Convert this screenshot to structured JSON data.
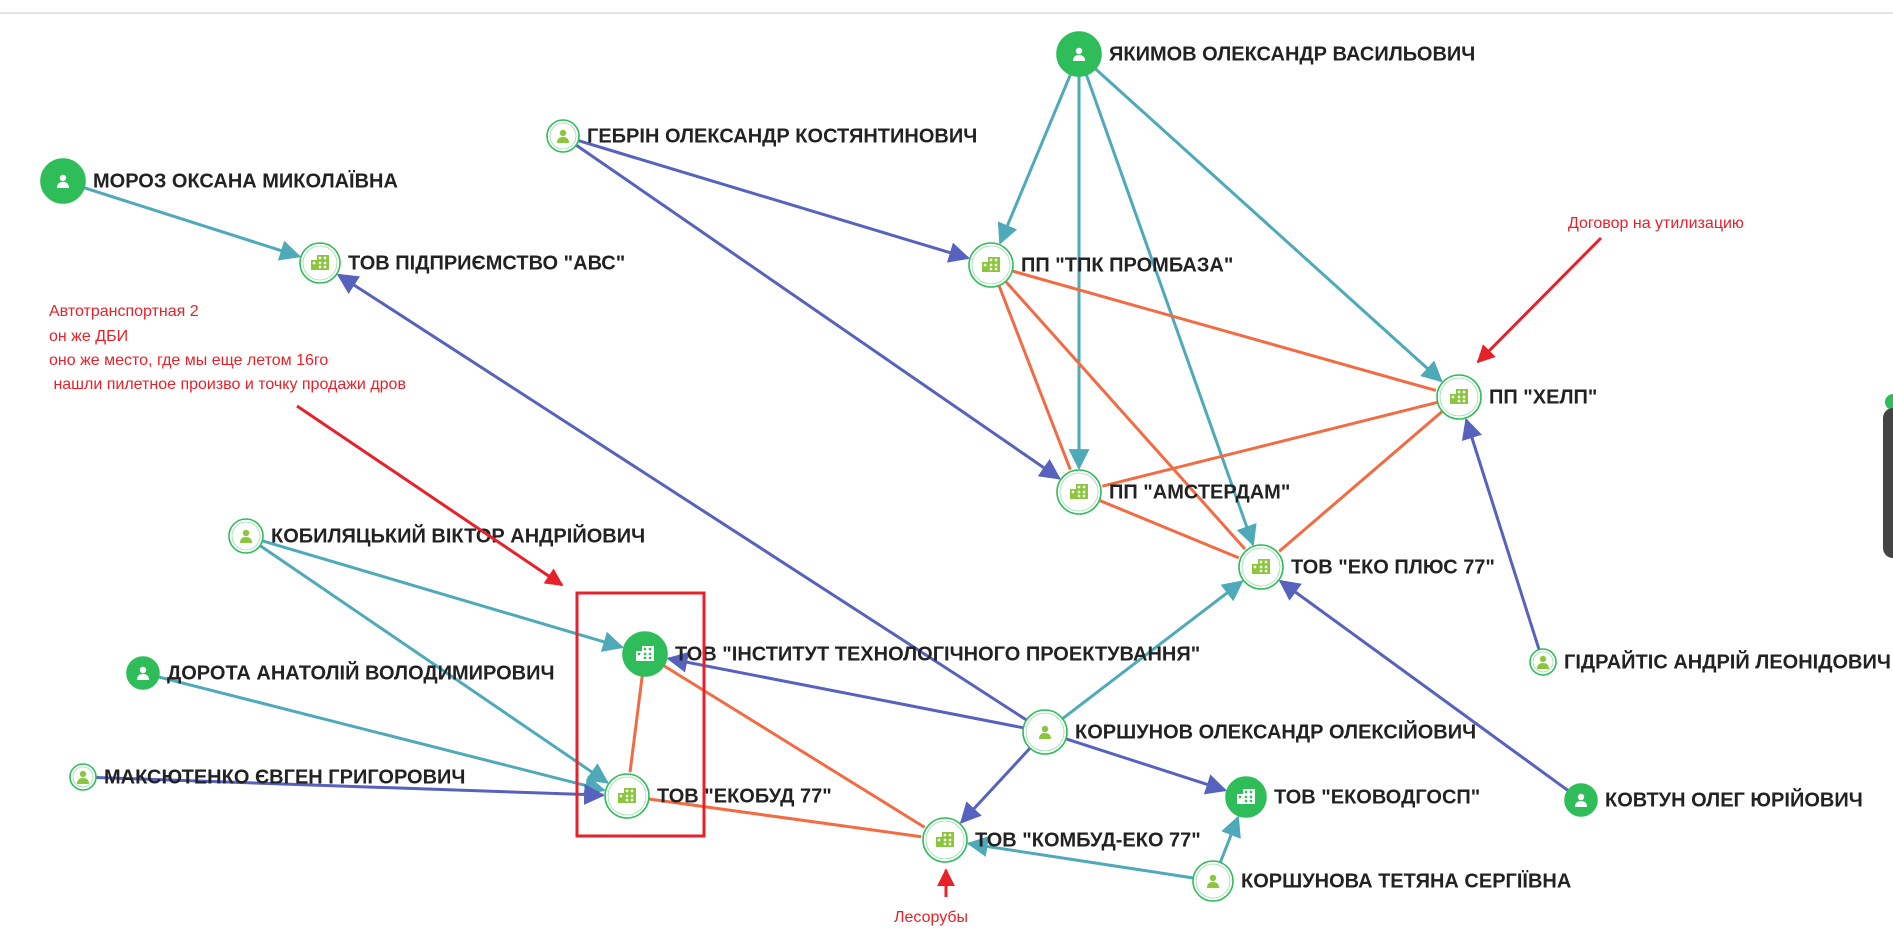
{
  "colors": {
    "person_edge": "#4eaab9",
    "ownership_edge": "#5662bd",
    "link_edge": "#f26b43",
    "node_green": "#2fbd5a",
    "annotation": "#e8202a"
  },
  "nodes": [
    {
      "id": "yakimov",
      "label": "ЯКИМОВ ОЛЕКСАНДР ВАСИЛЬОВИЧ",
      "kind": "person",
      "filled": true
    },
    {
      "id": "gebrin",
      "label": "ГЕБРІН ОЛЕКСАНДР КОСТЯНТИНОВИЧ",
      "kind": "person",
      "filled": false
    },
    {
      "id": "moroz",
      "label": "МОРОЗ ОКСАНА МИКОЛАЇВНА",
      "kind": "person",
      "filled": true
    },
    {
      "id": "abc",
      "label": "ТОВ ПІДПРИЄМСТВО \"АВС\"",
      "kind": "company",
      "filled": false
    },
    {
      "id": "tpk",
      "label": "ПП \"ТПК ПРОМБАЗА\"",
      "kind": "company",
      "filled": false
    },
    {
      "id": "help",
      "label": "ПП \"ХЕЛП\"",
      "kind": "company",
      "filled": false
    },
    {
      "id": "amsterdam",
      "label": "ПП \"АМСТЕРДАМ\"",
      "kind": "company",
      "filled": false
    },
    {
      "id": "ekoplus",
      "label": "ТОВ \"ЕКО ПЛЮС 77\"",
      "kind": "company",
      "filled": false
    },
    {
      "id": "kobylyatsky",
      "label": "КОБИЛЯЦЬКИЙ ВІКТОР АНДРІЙОВИЧ",
      "kind": "person",
      "filled": false
    },
    {
      "id": "institute",
      "label": "ТОВ \"ІНСТИТУТ ТЕХНОЛОГІЧНОГО ПРОЕКТУВАННЯ\"",
      "kind": "company",
      "filled": true
    },
    {
      "id": "dorota",
      "label": "ДОРОТА АНАТОЛІЙ ВОЛОДИМИРОВИЧ",
      "kind": "person",
      "filled": true
    },
    {
      "id": "maksyutenko",
      "label": "МАКСЮТЕНКО ЄВГЕН ГРИГОРОВИЧ",
      "kind": "person",
      "filled": false
    },
    {
      "id": "ekobud",
      "label": "ТОВ \"ЕКОБУД 77\"",
      "kind": "company",
      "filled": false
    },
    {
      "id": "korshunov",
      "label": "КОРШУНОВ ОЛЕКСАНДР ОЛЕКСІЙОВИЧ",
      "kind": "person",
      "filled": false
    },
    {
      "id": "gidraitis",
      "label": "ГІДРАЙТІС АНДРІЙ ЛЕОНІДОВИЧ",
      "kind": "person",
      "filled": false
    },
    {
      "id": "ekovodgosp",
      "label": "ТОВ \"ЕКОВОДГОСП\"",
      "kind": "company",
      "filled": true
    },
    {
      "id": "kovtun",
      "label": "КОВТУН ОЛЕГ ЮРІЙОВИЧ",
      "kind": "person",
      "filled": true
    },
    {
      "id": "kombud",
      "label": "ТОВ \"КОМБУД-ЕКО 77\"",
      "kind": "company",
      "filled": false
    },
    {
      "id": "korshunova",
      "label": "КОРШУНОВА ТЕТЯНА СЕРГІЇВНА",
      "kind": "person",
      "filled": false
    }
  ],
  "edges": [
    {
      "from": "moroz",
      "to": "abc",
      "type": "person"
    },
    {
      "from": "gebrin",
      "to": "tpk",
      "type": "ownership"
    },
    {
      "from": "gebrin",
      "to": "amsterdam",
      "type": "ownership"
    },
    {
      "from": "yakimov",
      "to": "tpk",
      "type": "person"
    },
    {
      "from": "yakimov",
      "to": "amsterdam",
      "type": "person"
    },
    {
      "from": "yakimov",
      "to": "help",
      "type": "person"
    },
    {
      "from": "yakimov",
      "to": "ekoplus",
      "type": "person"
    },
    {
      "from": "tpk",
      "to": "help",
      "type": "link"
    },
    {
      "from": "tpk",
      "to": "amsterdam",
      "type": "link"
    },
    {
      "from": "tpk",
      "to": "ekoplus",
      "type": "link"
    },
    {
      "from": "help",
      "to": "amsterdam",
      "type": "link"
    },
    {
      "from": "help",
      "to": "ekoplus",
      "type": "link"
    },
    {
      "from": "amsterdam",
      "to": "ekoplus",
      "type": "link"
    },
    {
      "from": "gidraitis",
      "to": "help",
      "type": "ownership"
    },
    {
      "from": "korshunov",
      "to": "abc",
      "type": "ownership"
    },
    {
      "from": "korshunov",
      "to": "ekoplus",
      "type": "person"
    },
    {
      "from": "korshunov",
      "to": "institute",
      "type": "ownership"
    },
    {
      "from": "korshunov",
      "to": "kombud",
      "type": "ownership"
    },
    {
      "from": "korshunov",
      "to": "ekovodgosp",
      "type": "ownership"
    },
    {
      "from": "kovtun",
      "to": "ekoplus",
      "type": "ownership"
    },
    {
      "from": "kobylyatsky",
      "to": "institute",
      "type": "person"
    },
    {
      "from": "kobylyatsky",
      "to": "ekobud",
      "type": "person"
    },
    {
      "from": "dorota",
      "to": "ekobud",
      "type": "person"
    },
    {
      "from": "maksyutenko",
      "to": "ekobud",
      "type": "ownership"
    },
    {
      "from": "institute",
      "to": "ekobud",
      "type": "link"
    },
    {
      "from": "institute",
      "to": "kombud",
      "type": "link"
    },
    {
      "from": "ekobud",
      "to": "kombud",
      "type": "link"
    },
    {
      "from": "korshunova",
      "to": "kombud",
      "type": "person"
    },
    {
      "from": "korshunova",
      "to": "ekovodgosp",
      "type": "person"
    }
  ],
  "annotations": {
    "dbi_lines": [
      "Автотранспортная 2",
      "он же ДБИ",
      "оно же место, где мы еще летом 16го",
      " нашли пилетное произво и точку продажи дров"
    ],
    "contract": "Договор на утилизацию",
    "lumberjacks": "Лесорубы"
  }
}
